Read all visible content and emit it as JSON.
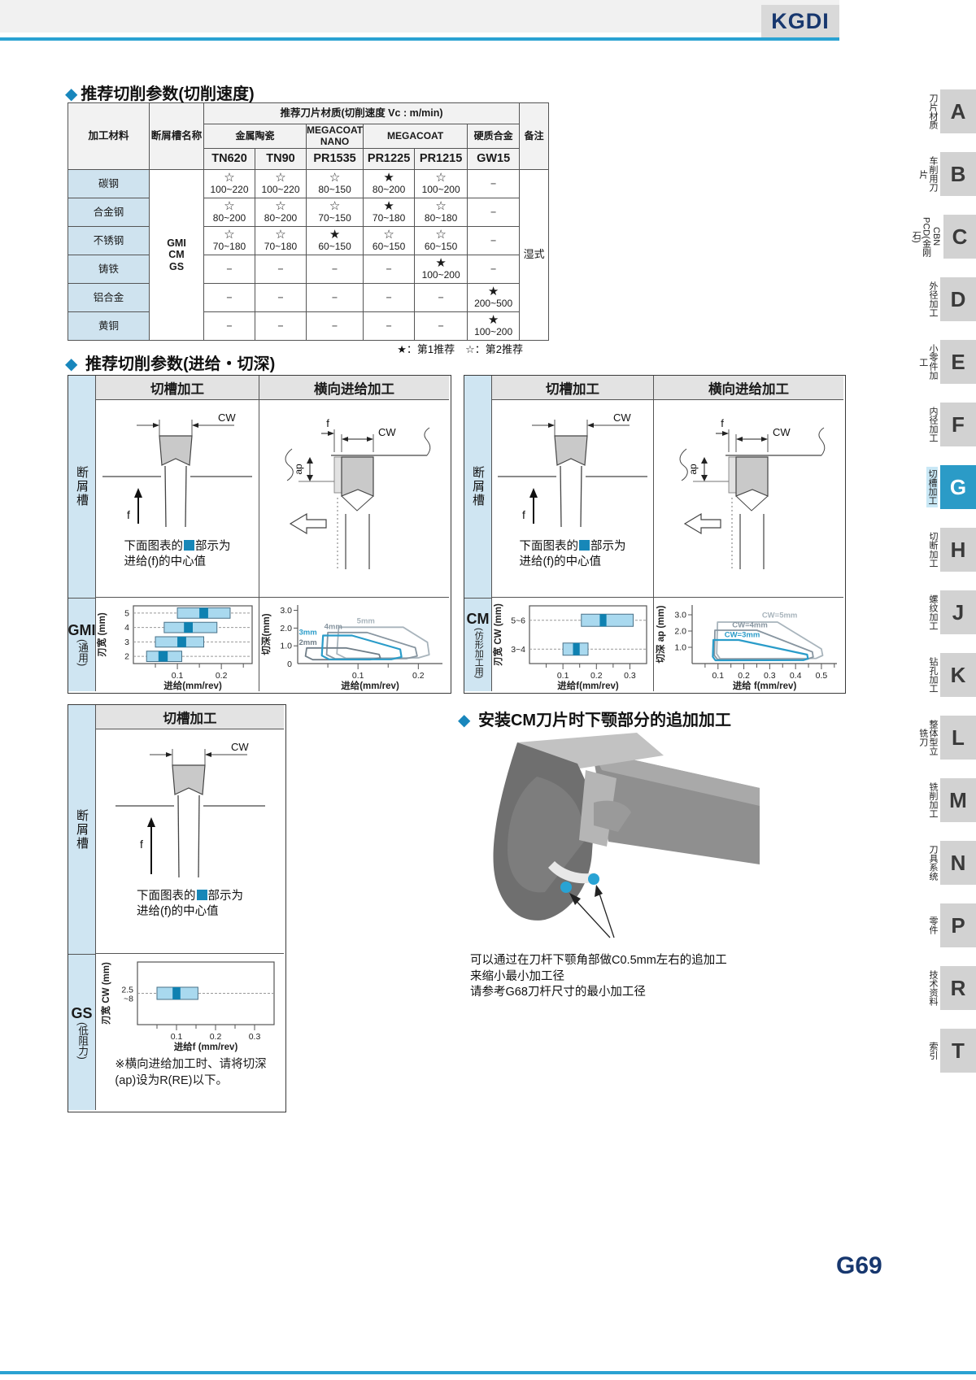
{
  "page": {
    "title": "KGDI",
    "page_number": "G69"
  },
  "speed_section": {
    "title": "推荐切削参数(切削速度)",
    "table": {
      "material_header": "加工材料",
      "chipbreaker_header": "断屑槽名称",
      "grades_header": "推荐刀片材质(切削速度 Vc : m/min)",
      "remark_header": "备注",
      "groups": [
        {
          "label": "金属陶瓷",
          "span": 2
        },
        {
          "label": "MEGACOAT\nNANO",
          "span": 1
        },
        {
          "label": "MEGACOAT",
          "span": 2
        },
        {
          "label": "硬质合金",
          "span": 1
        }
      ],
      "grades": [
        "TN620",
        "TN90",
        "PR1535",
        "PR1225",
        "PR1215",
        "GW15"
      ],
      "chipbreakers": [
        "GMI",
        "CM",
        "GS"
      ],
      "remark": "湿式",
      "rows": [
        {
          "material": "碳钢",
          "cells": [
            {
              "star": "second",
              "value": "100~220"
            },
            {
              "star": "second",
              "value": "100~220"
            },
            {
              "star": "second",
              "value": "80~150"
            },
            {
              "star": "first",
              "value": "80~200"
            },
            {
              "star": "second",
              "value": "100~200"
            },
            {
              "value": "−"
            }
          ]
        },
        {
          "material": "合金钢",
          "cells": [
            {
              "star": "second",
              "value": "80~200"
            },
            {
              "star": "second",
              "value": "80~200"
            },
            {
              "star": "second",
              "value": "70~150"
            },
            {
              "star": "first",
              "value": "70~180"
            },
            {
              "star": "second",
              "value": "80~180"
            },
            {
              "value": "−"
            }
          ]
        },
        {
          "material": "不锈钢",
          "cells": [
            {
              "star": "second",
              "value": "70~180"
            },
            {
              "star": "second",
              "value": "70~180"
            },
            {
              "star": "first",
              "value": "60~150"
            },
            {
              "star": "second",
              "value": "60~150"
            },
            {
              "star": "second",
              "value": "60~150"
            },
            {
              "value": "−"
            }
          ]
        },
        {
          "material": "铸铁",
          "cells": [
            {
              "value": "−"
            },
            {
              "value": "−"
            },
            {
              "value": "−"
            },
            {
              "value": "−"
            },
            {
              "star": "first",
              "value": "100~200"
            },
            {
              "value": "−"
            }
          ]
        },
        {
          "material": "铝合金",
          "cells": [
            {
              "value": "−"
            },
            {
              "value": "−"
            },
            {
              "value": "−"
            },
            {
              "value": "−"
            },
            {
              "value": "−"
            },
            {
              "star": "first",
              "value": "200~500"
            }
          ]
        },
        {
          "material": "黄铜",
          "cells": [
            {
              "value": "−"
            },
            {
              "value": "−"
            },
            {
              "value": "−"
            },
            {
              "value": "−"
            },
            {
              "value": "−"
            },
            {
              "star": "first",
              "value": "100~200"
            }
          ]
        }
      ],
      "legend": "★：第1推荐　☆：第2推荐"
    }
  },
  "feed_section": {
    "title": "推荐切削参数(进给・切深)",
    "col_groove": "切槽加工",
    "col_side": "横向进给加工",
    "strip_chipbreaker": "断屑槽",
    "note_pre": "下面图表的",
    "note_post": "部示为",
    "note_line2": "进给(f)的中心值",
    "diagram_labels": {
      "cw": "CW",
      "f": "f",
      "ap": "ap"
    },
    "panels": [
      {
        "id": "gmi",
        "latin": "GMI",
        "sub": "(通用)"
      },
      {
        "id": "cm",
        "latin": "CM",
        "sub": "(仿形加工用)"
      }
    ]
  },
  "gs_section": {
    "col_groove": "切槽加工",
    "strip_chipbreaker": "断屑槽",
    "latin": "GS",
    "sub": "(低阻力)",
    "note_line1": "※横向进给加工时、请将切深",
    "note_line2": "(ap)设为R(RE)以下。"
  },
  "cm_install": {
    "title": "安装CM刀片时下颚部分的追加加工",
    "caption": [
      "可以通过在刀杆下颚角部做C0.5mm左右的追加工",
      "来缩小最小加工径",
      "请参考G68刀杆尺寸的最小加工径"
    ]
  },
  "sidebar": {
    "items": [
      {
        "letter": "A",
        "label": "刀片材质",
        "active": false
      },
      {
        "letter": "B",
        "label": "车削用刀片",
        "active": false
      },
      {
        "letter": "C",
        "label": "CBN\nPCD(金刚石)",
        "active": false
      },
      {
        "letter": "D",
        "label": "外径加工",
        "active": false
      },
      {
        "letter": "E",
        "label": "小零件加工",
        "active": false
      },
      {
        "letter": "F",
        "label": "内径加工",
        "active": false
      },
      {
        "letter": "G",
        "label": "切槽加工",
        "active": true
      },
      {
        "letter": "H",
        "label": "切断加工",
        "active": false
      },
      {
        "letter": "J",
        "label": "螺纹加工",
        "active": false
      },
      {
        "letter": "K",
        "label": "钻孔加工",
        "active": false
      },
      {
        "letter": "L",
        "label": "整体型立铣刀",
        "active": false
      },
      {
        "letter": "M",
        "label": "铣削加工",
        "active": false
      },
      {
        "letter": "N",
        "label": "刀具系统",
        "active": false
      },
      {
        "letter": "P",
        "label": "零件",
        "active": false
      },
      {
        "letter": "R",
        "label": "技术资料",
        "active": false
      },
      {
        "letter": "T",
        "label": "索引",
        "active": false
      }
    ]
  },
  "chart_data": {
    "gmi_feed_width": {
      "type": "bar",
      "ylabel": "刃宽 (mm)",
      "xlabel": "进给(mm/rev)",
      "x_range": [
        0,
        0.27
      ],
      "x_major_ticks": [
        0.1,
        0.2
      ],
      "x_minor_step": 0.05,
      "rows": [
        {
          "label": "5",
          "range": [
            0.1,
            0.22
          ],
          "center": [
            0.15,
            0.17
          ]
        },
        {
          "label": "4",
          "range": [
            0.07,
            0.19
          ],
          "center": [
            0.115,
            0.135
          ]
        },
        {
          "label": "3",
          "range": [
            0.05,
            0.16
          ],
          "center": [
            0.1,
            0.12
          ]
        },
        {
          "label": "2",
          "range": [
            0.03,
            0.11
          ],
          "center": [
            0.057,
            0.078
          ]
        }
      ]
    },
    "gmi_depth": {
      "type": "contour",
      "ylabel": "切深(mm)",
      "xlabel": "进给(mm/rev)",
      "x_range": [
        0,
        0.24
      ],
      "y_range": [
        0,
        3.3
      ],
      "x_major_ticks": [
        0.1,
        0.2
      ],
      "x_minor_step": 0.05,
      "y_ticks": [
        1.0,
        2.0,
        3.0
      ],
      "origin_label": "0",
      "series": [
        {
          "name": "5mm",
          "color": "#a8b4bc",
          "width": 1.8,
          "label_pos": [
            0.098,
            2.28
          ],
          "points": [
            [
              0.068,
              2.05
            ],
            [
              0.175,
              2.05
            ],
            [
              0.215,
              1.2
            ],
            [
              0.218,
              0.5
            ],
            [
              0.2,
              0.32
            ],
            [
              0.08,
              0.3
            ],
            [
              0.065,
              0.55
            ]
          ]
        },
        {
          "name": "4mm",
          "color": "#8795a0",
          "width": 1.8,
          "label_pos": [
            0.044,
            1.95
          ],
          "points": [
            [
              0.05,
              1.75
            ],
            [
              0.115,
              1.75
            ],
            [
              0.195,
              0.9
            ],
            [
              0.198,
              0.42
            ],
            [
              0.18,
              0.28
            ],
            [
              0.062,
              0.27
            ],
            [
              0.048,
              0.5
            ]
          ]
        },
        {
          "name": "2mm",
          "color": "#707e88",
          "width": 1.8,
          "label_pos": [
            0.002,
            1.05
          ],
          "points": [
            [
              0.015,
              0.88
            ],
            [
              0.08,
              0.88
            ],
            [
              0.135,
              0.52
            ],
            [
              0.137,
              0.32
            ],
            [
              0.12,
              0.22
            ],
            [
              0.025,
              0.22
            ],
            [
              0.013,
              0.42
            ]
          ]
        },
        {
          "name": "3mm",
          "color": "#2a9cc9",
          "width": 2.2,
          "label_pos": [
            0.002,
            1.62
          ],
          "points": [
            [
              0.042,
              1.58
            ],
            [
              0.09,
              1.58
            ],
            [
              0.17,
              0.8
            ],
            [
              0.172,
              0.37
            ],
            [
              0.155,
              0.24
            ],
            [
              0.052,
              0.24
            ],
            [
              0.04,
              0.45
            ]
          ]
        }
      ]
    },
    "cm_feed_width": {
      "type": "bar",
      "ylabel": "刃宽 CW (mm)",
      "xlabel": "进给f(mm/rev)",
      "x_range": [
        0,
        0.35
      ],
      "x_major_ticks": [
        0.1,
        0.2,
        0.3
      ],
      "x_minor_step": 0.05,
      "rows": [
        {
          "label": "5~6",
          "range": [
            0.155,
            0.31
          ],
          "center": [
            0.21,
            0.23
          ]
        },
        {
          "label": "3~4",
          "range": [
            0.1,
            0.175
          ],
          "center": [
            0.13,
            0.15
          ]
        }
      ]
    },
    "cm_depth": {
      "type": "contour",
      "ylabel": "切深 ap (mm)",
      "xlabel": "进给 f(mm/rev)",
      "x_range": [
        0,
        0.56
      ],
      "y_range": [
        0,
        3.6
      ],
      "x_major_ticks": [
        0.1,
        0.2,
        0.3,
        0.4,
        0.5
      ],
      "x_minor_step": 0.05,
      "y_ticks": [
        1.0,
        2.0,
        3.0
      ],
      "series": [
        {
          "name": "CW=5mm",
          "color": "#a8b4bc",
          "width": 1.8,
          "label_pos": [
            0.27,
            2.82
          ],
          "points": [
            [
              0.098,
              2.55
            ],
            [
              0.33,
              2.55
            ],
            [
              0.5,
              0.9
            ],
            [
              0.505,
              0.5
            ],
            [
              0.48,
              0.32
            ],
            [
              0.108,
              0.3
            ],
            [
              0.095,
              0.6
            ]
          ]
        },
        {
          "name": "CW=4mm",
          "color": "#8795a0",
          "width": 1.8,
          "label_pos": [
            0.155,
            2.22
          ],
          "points": [
            [
              0.088,
              2.05
            ],
            [
              0.25,
              2.05
            ],
            [
              0.465,
              0.72
            ],
            [
              0.468,
              0.4
            ],
            [
              0.445,
              0.27
            ],
            [
              0.098,
              0.26
            ],
            [
              0.086,
              0.5
            ]
          ]
        },
        {
          "name": "CW=3mm",
          "color": "#2a9cc9",
          "width": 2.2,
          "label_pos": [
            0.125,
            1.62
          ],
          "points": [
            [
              0.082,
              1.45
            ],
            [
              0.18,
              1.45
            ],
            [
              0.445,
              0.55
            ],
            [
              0.448,
              0.3
            ],
            [
              0.43,
              0.21
            ],
            [
              0.09,
              0.2
            ],
            [
              0.08,
              0.42
            ]
          ]
        }
      ]
    },
    "gs_feed_width": {
      "type": "bar",
      "ylabel": "刃宽 CW (mm)",
      "xlabel": "进给f (mm/rev)",
      "x_range": [
        0,
        0.35
      ],
      "x_major_ticks": [
        0.1,
        0.2,
        0.3
      ],
      "x_minor_step": 0.05,
      "rows": [
        {
          "label_lines": [
            "2.5",
            "~8"
          ],
          "range": [
            0.05,
            0.155
          ],
          "center": [
            0.09,
            0.11
          ]
        }
      ]
    }
  }
}
